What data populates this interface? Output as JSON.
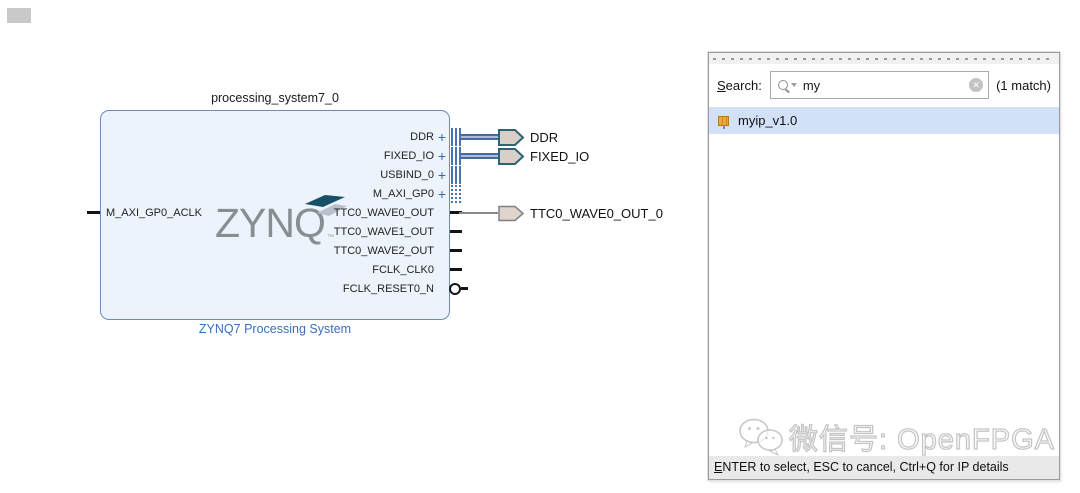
{
  "diagram": {
    "instance_name": "processing_system7_0",
    "block_caption": "ZYNQ7 Processing System",
    "logo_text": "ZYNQ",
    "logo_tm": "™",
    "expand_glyph": "+",
    "left_ports": [
      {
        "name": "M_AXI_GP0_ACLK"
      }
    ],
    "right_ports": [
      {
        "name": "DDR",
        "expandable": true,
        "stub": "interface"
      },
      {
        "name": "FIXED_IO",
        "expandable": true,
        "stub": "interface"
      },
      {
        "name": "USBIND_0",
        "expandable": true,
        "stub": "interface"
      },
      {
        "name": "M_AXI_GP0",
        "expandable": true,
        "stub": "interface-dashed"
      },
      {
        "name": "TTC0_WAVE0_OUT",
        "expandable": false,
        "stub": "pin"
      },
      {
        "name": "TTC0_WAVE1_OUT",
        "expandable": false,
        "stub": "pin"
      },
      {
        "name": "TTC0_WAVE2_OUT",
        "expandable": false,
        "stub": "pin"
      },
      {
        "name": "FCLK_CLK0",
        "expandable": false,
        "stub": "pin"
      },
      {
        "name": "FCLK_RESET0_N",
        "expandable": false,
        "stub": "pin-circle"
      }
    ],
    "external_ports": [
      {
        "label": "DDR",
        "kind": "interface"
      },
      {
        "label": "FIXED_IO",
        "kind": "interface"
      },
      {
        "label": "TTC0_WAVE0_OUT_0",
        "kind": "wire"
      }
    ]
  },
  "search_panel": {
    "label_mnemonic": "S",
    "label_rest": "earch:",
    "query": "my",
    "clear_glyph": "✕",
    "match_count": "(1 match)",
    "results": [
      {
        "label": "myip_v1.0"
      }
    ],
    "footer_mnemonic": "E",
    "footer_rest": "NTER to select, ESC to cancel, Ctrl+Q for IP details"
  },
  "watermark": {
    "text": "微信号: OpenFPGA"
  },
  "colors": {
    "accent_blue": "#4a72b0",
    "block_fill": "#edf3fb",
    "block_border": "#6b8cb5",
    "caption_blue": "#3a70bd",
    "selection_blue": "#d2e1f8",
    "pentagon_fill": "#d9cfc7",
    "pentagon_border_interface": "#2c6474",
    "pentagon_border_wire": "#808080",
    "footer_bg": "#e9e9e9",
    "ip_icon_orange": "#f2a73d"
  }
}
